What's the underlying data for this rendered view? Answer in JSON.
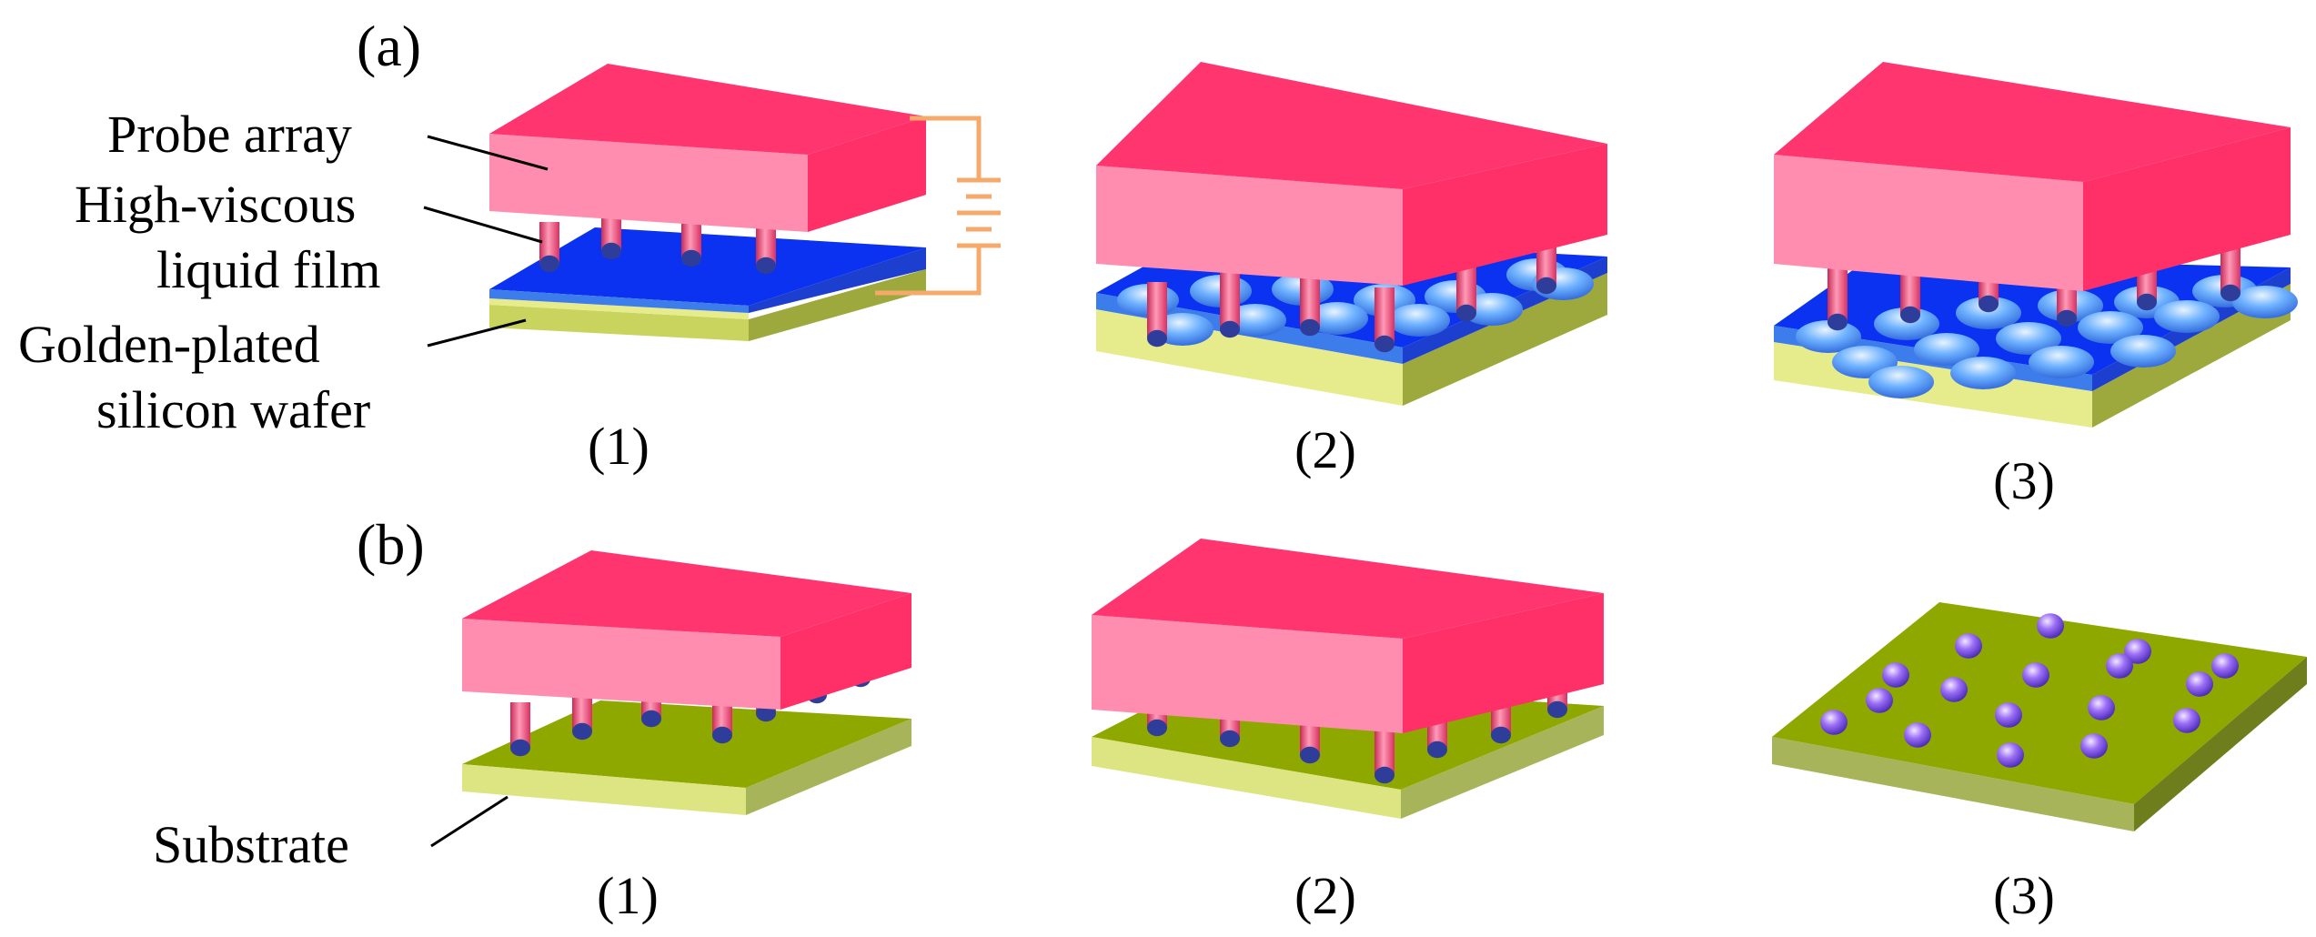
{
  "panels": {
    "a": {
      "label": "(a)",
      "callouts": {
        "probe_array": "Probe array",
        "liquid_film_line1": "High-viscous",
        "liquid_film_line2": "liquid film",
        "wafer_line1": "Golden-plated",
        "wafer_line2": "silicon wafer"
      },
      "steps": [
        "(1)",
        "(2)",
        "(3)"
      ]
    },
    "b": {
      "label": "(b)",
      "callouts": {
        "substrate": "Substrate"
      },
      "steps": [
        "(1)",
        "(2)",
        "(3)"
      ]
    }
  },
  "colors": {
    "probe_top": "#FF3570",
    "probe_front": "#FF8DB0",
    "probe_side": "#FF2F67",
    "tip_body": "#F24A78",
    "tip_end": "#2E3C9A",
    "film_top": "#0A32F0",
    "film_front": "#3D7CEB",
    "droplet": "#5AA0F0",
    "wafer_top": "#E6EC8C",
    "wafer_front": "#C9D45E",
    "wafer_side": "#9DA93C",
    "substrate_top": "#8FA800",
    "substrate_front": "#DCE582",
    "substrate_side": "#A7B45A",
    "dot": "#8E63F0",
    "battery_wire": "#F5A96A"
  }
}
